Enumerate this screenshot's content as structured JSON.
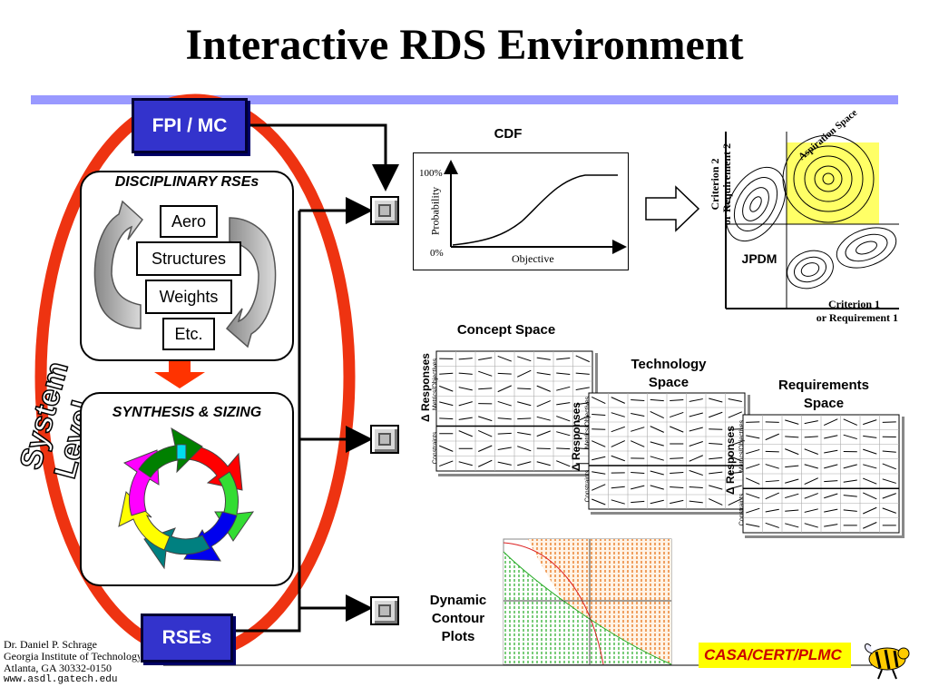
{
  "title": "Interactive RDS Environment",
  "left": {
    "top_box": "FPI / MC",
    "bottom_box": "RSEs",
    "vertical_label": "System Level",
    "disciplinary": {
      "label": "DISCIPLINARY RSEs",
      "items": [
        "Aero",
        "Structures",
        "Weights",
        "Etc."
      ]
    },
    "synthesis": {
      "label": "SYNTHESIS & SIZING"
    }
  },
  "cdf": {
    "title": "CDF",
    "y_label": "Probability",
    "y_top": "100%",
    "y_bottom": "0%",
    "x_label": "Objective"
  },
  "jpdm": {
    "label": "JPDM",
    "y_label_1": "Criterion 2",
    "y_label_2": "or Requirement 2",
    "x_label_1": "Criterion 1",
    "x_label_2": "or Requirement 1",
    "aspiration": "Aspiration Space"
  },
  "spaces": [
    {
      "title": "Concept Space"
    },
    {
      "title": "Technology Space"
    },
    {
      "title": "Requirements Space"
    }
  ],
  "matrix_labels": {
    "responses": "Δ  Responses",
    "metrics": "Metrics/Objectives",
    "constraints": "Constraints"
  },
  "contour": {
    "label": "Dynamic Contour Plots"
  },
  "footer": {
    "lines": [
      "Dr. Daniel P. Schrage",
      "Georgia Institute of Technology",
      "Atlanta, GA  30332-0150"
    ],
    "url": "www.asdl.gatech.edu"
  },
  "logo_text": "CASA/CERT/PLMC",
  "colors": {
    "accent_rule": "#9999ff",
    "box_blue": "#3333cc",
    "ellipse_red": "#ee3311",
    "aspiration_yellow": "#ffff66",
    "logo_red": "#cc0000"
  }
}
